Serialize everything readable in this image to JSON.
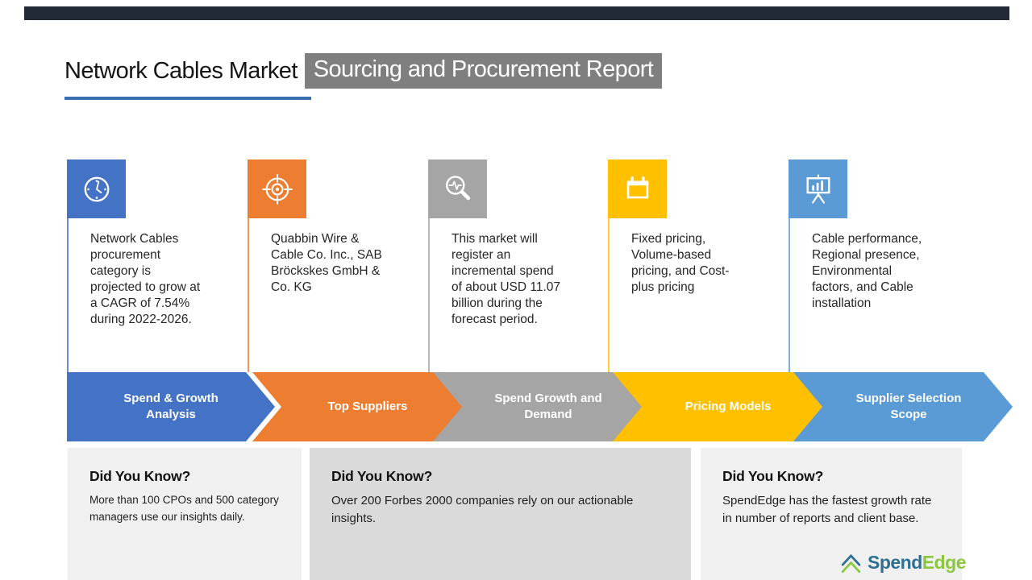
{
  "header": {
    "title_black": "Network Cables Market",
    "title_highlight": "Sourcing and Procurement Report",
    "highlight_bg": "#7f7f7f",
    "underline_color": "#3a70b2",
    "topbar_color": "#212b38"
  },
  "columns": [
    {
      "icon": "clock-icon",
      "color": "#4472c4",
      "description": "Network Cables procurement category is projected to grow at a CAGR of 7.54% during 2022-2026.",
      "arrow_label": "Spend & Growth Analysis"
    },
    {
      "icon": "target-icon",
      "color": "#ed7d31",
      "description": "Quabbin Wire & Cable Co. Inc., SAB Bröckskes GmbH & Co. KG",
      "arrow_label": "Top Suppliers"
    },
    {
      "icon": "magnifier-pulse-icon",
      "color": "#a5a5a5",
      "description": "This market will register an incremental spend of about USD 11.07 billion during the forecast period.",
      "arrow_label": "Spend Growth and Demand"
    },
    {
      "icon": "calendar-icon",
      "color": "#ffc000",
      "description": "Fixed pricing, Volume-based pricing, and Cost-plus pricing",
      "arrow_label": "Pricing Models"
    },
    {
      "icon": "presentation-chart-icon",
      "color": "#5b9bd5",
      "description": "Cable performance, Regional presence, Environmental factors, and Cable installation",
      "arrow_label": "Supplier Selection Scope"
    }
  ],
  "did_you_know": [
    {
      "heading": "Did You Know?",
      "text": "More than 100 CPOs and 500 category managers use our insights daily."
    },
    {
      "heading": "Did You Know?",
      "text": "Over 200 Forbes 2000 companies rely on our actionable insights."
    },
    {
      "heading": "Did You Know?",
      "text": "SpendEdge has the fastest growth rate in number of reports and client base."
    }
  ],
  "logo": {
    "spend": "Spend",
    "edge": "Edge",
    "spend_color": "#2f6f92",
    "edge_color": "#8cc63f"
  }
}
